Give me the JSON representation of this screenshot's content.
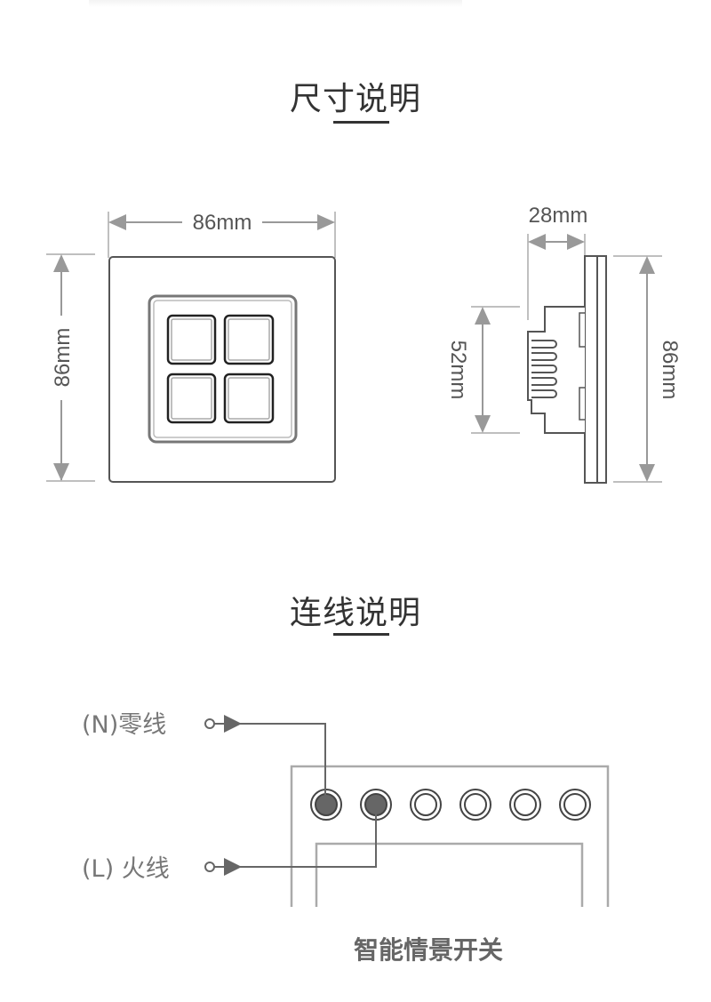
{
  "sections": {
    "dimensions": {
      "title": "尺寸说明",
      "front_width": "86mm",
      "front_height": "86mm",
      "side_depth": "28mm",
      "side_body_height": "52mm",
      "side_height": "86mm"
    },
    "wiring": {
      "title": "连线说明",
      "neutral_label": "(N)零线",
      "live_label": "(L) 火线",
      "device_label": "智能情景开关",
      "terminal_count": 6
    }
  },
  "colors": {
    "line": "#555555",
    "dim": "#999999",
    "fill": "#666666"
  }
}
